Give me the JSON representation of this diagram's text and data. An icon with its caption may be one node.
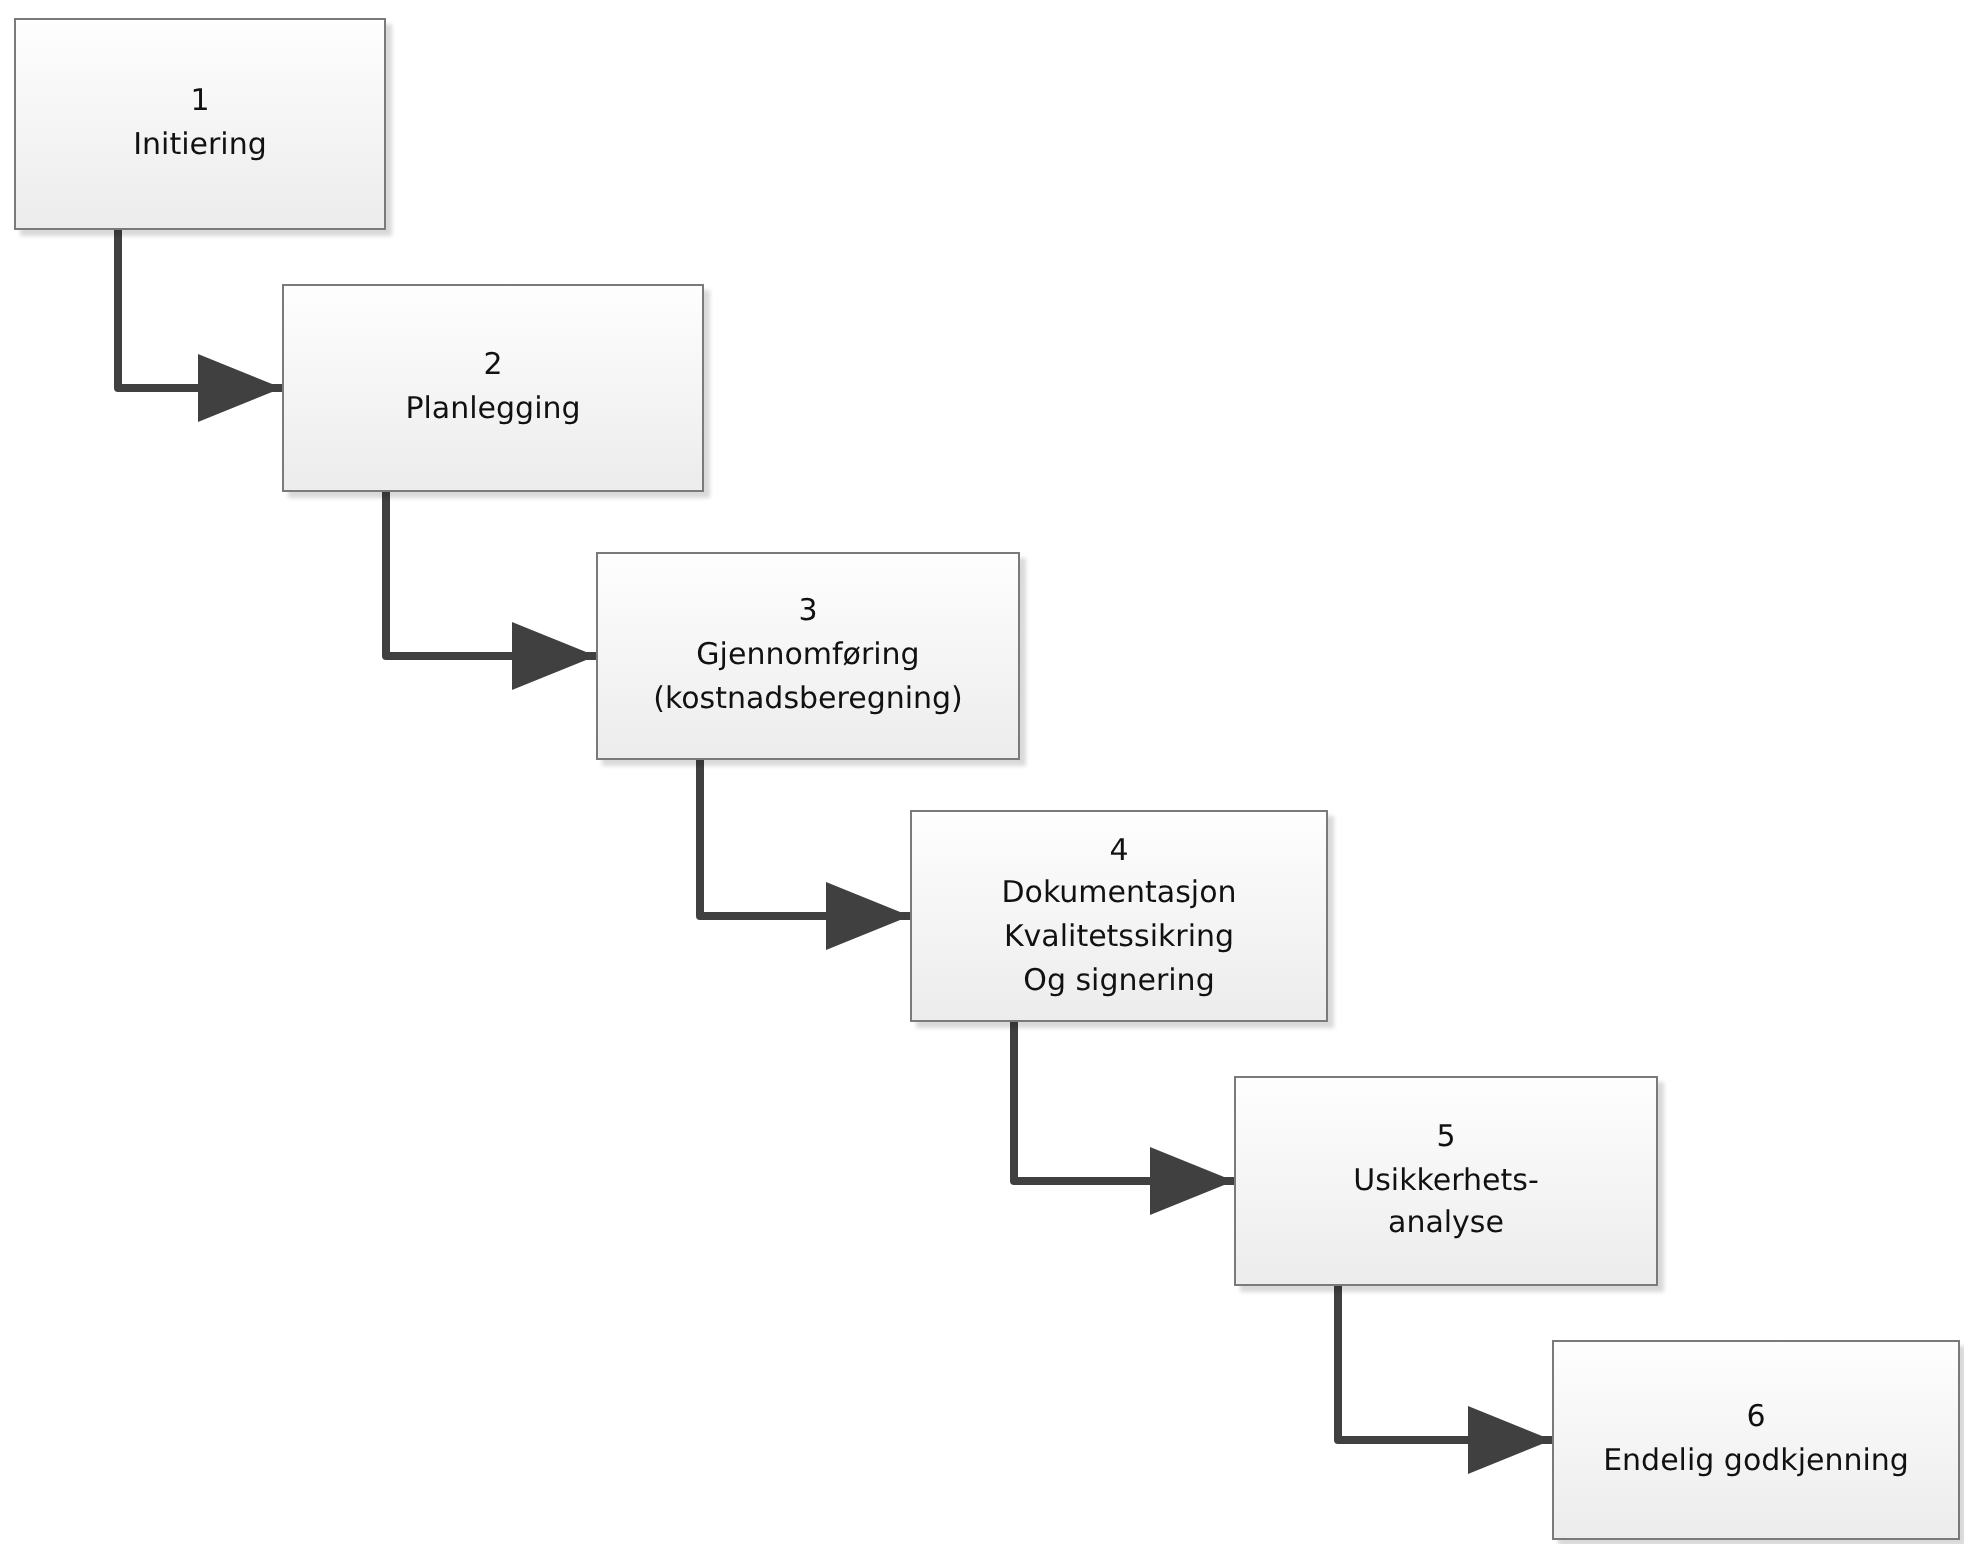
{
  "diagram": {
    "nodes": [
      {
        "text": [
          "1",
          "Initiering"
        ]
      },
      {
        "text": [
          "2",
          "Planlegging"
        ]
      },
      {
        "text": [
          "3",
          "Gjennomføring (kostnadsberegning)"
        ]
      },
      {
        "text": [
          "4",
          "Dokumentasjon",
          "Kvalitetssikring",
          "Og signering"
        ]
      },
      {
        "text": [
          "5",
          "Usikkerhets- analyse"
        ]
      },
      {
        "text": [
          "6",
          "Endelig godkjenning"
        ]
      }
    ],
    "edges": [
      {
        "from": 0,
        "to": 1,
        "arrow": "to"
      },
      {
        "from": 1,
        "to": 2,
        "arrow": "to"
      },
      {
        "from": 2,
        "to": 3,
        "arrow": "to"
      },
      {
        "from": 3,
        "to": 4,
        "arrow": "to"
      },
      {
        "from": 4,
        "to": 5,
        "arrow": "to"
      }
    ]
  }
}
